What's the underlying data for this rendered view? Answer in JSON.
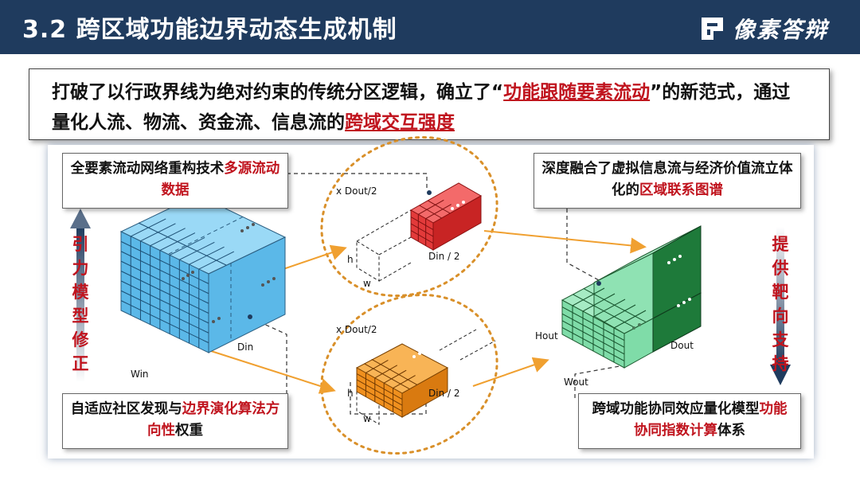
{
  "header": {
    "title": "3.2 跨区域功能边界动态生成机制",
    "brand": "像素答辩"
  },
  "intro": {
    "part1": "打破了以行政界线为绝对约束的传统分区逻辑，确立了“",
    "highlight1": "功能跟随要素流动",
    "part2": "”的新范式，通过量化人流、物流、资金流、信息流的",
    "highlight2": "跨域交互强度"
  },
  "boxes": {
    "top_left": {
      "text": "全要素流动网络重构技术",
      "highlight": "多源流动数据"
    },
    "top_right": {
      "text": "深度融合了虚拟信息流与经济价值流立体化的",
      "highlight": "区域联系图谱"
    },
    "bottom_left": {
      "text": "自适应社区发现与",
      "highlight": "边界演化算法方向性",
      "suffix": "权重"
    },
    "bottom_right": {
      "text": "跨域功能协同效应量化模型",
      "highlight": "功能协同指数计算",
      "suffix": "体系"
    }
  },
  "side_labels": {
    "left": "引力模型修正",
    "right": "提供靶向支持"
  },
  "diagram_labels": {
    "left_din": "Din",
    "left_win": "Win",
    "top_xdout": "x Dout/2",
    "top_h": "h",
    "top_w": "w",
    "top_din": "Din / 2",
    "bot_xdout": "x Dout/2",
    "bot_h": "h",
    "bot_w": "w",
    "bot_din": "Din / 2",
    "right_hout": "Hout",
    "right_wout": "Wout",
    "right_dout": "Dout"
  },
  "colors": {
    "header": "#1f3b5e",
    "red": "#c0141e",
    "blue": "#5bb8e8",
    "red_cube": "#e33a3a",
    "orange": "#f0901e",
    "green_light": "#7fdca8",
    "green_dark": "#1e7a3a",
    "arrow": "#f0a030"
  }
}
